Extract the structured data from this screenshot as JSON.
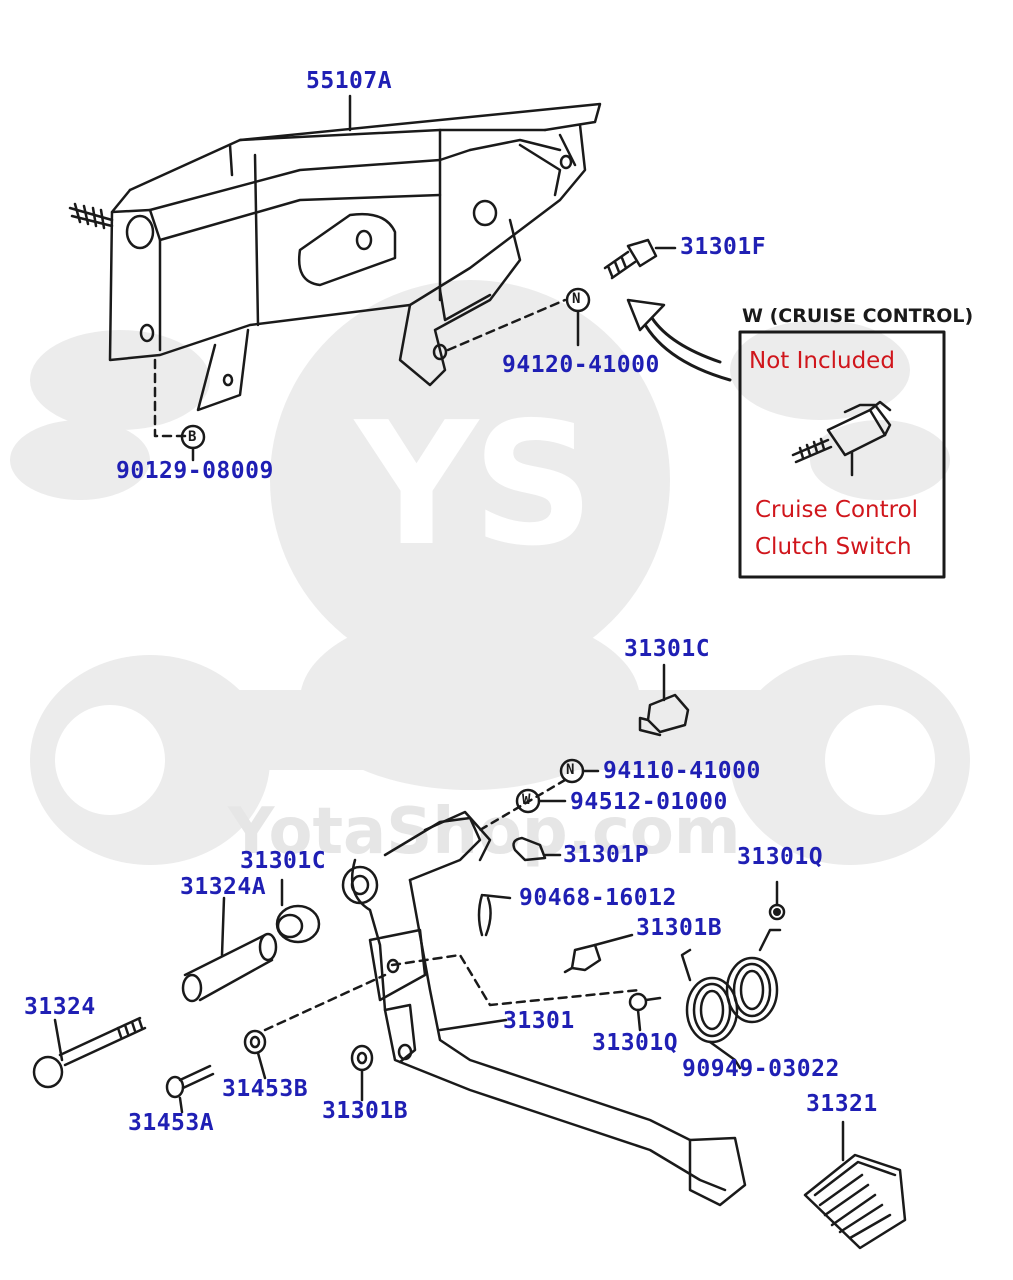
{
  "colors": {
    "label": "#1f1fb4",
    "line": "#1a1a1a",
    "note_red": "#d0161c",
    "watermark": "#e7e7e7"
  },
  "watermark": {
    "logo_text": "YS",
    "site_text": "YotaShop.com"
  },
  "parts": {
    "p55107A": "55107A",
    "p31301F": "31301F",
    "p94120": "94120-41000",
    "p90129": "90129-08009",
    "p31301C_top": "31301C",
    "p94110": "94110-41000",
    "p94512": "94512-01000",
    "p31301P": "31301P",
    "p31301C_left": "31301C",
    "p31324A": "31324A",
    "p90468": "90468-16012",
    "p31301Q_top": "31301Q",
    "p31301B_mid": "31301B",
    "p31324": "31324",
    "p31301": "31301",
    "p31301Q_low": "31301Q",
    "p90949": "90949-03022",
    "p31453B": "31453B",
    "p31301B_low": "31301B",
    "p31453A": "31453A",
    "p31321": "31321"
  },
  "markers": {
    "nut_n": "N",
    "nut_b": "B",
    "washer_w": "W"
  },
  "cruise_box": {
    "title": "W (CRUISE  CONTROL)",
    "not_included": "Not Included",
    "caption_line1": "Cruise Control",
    "caption_line2": "Clutch Switch"
  }
}
